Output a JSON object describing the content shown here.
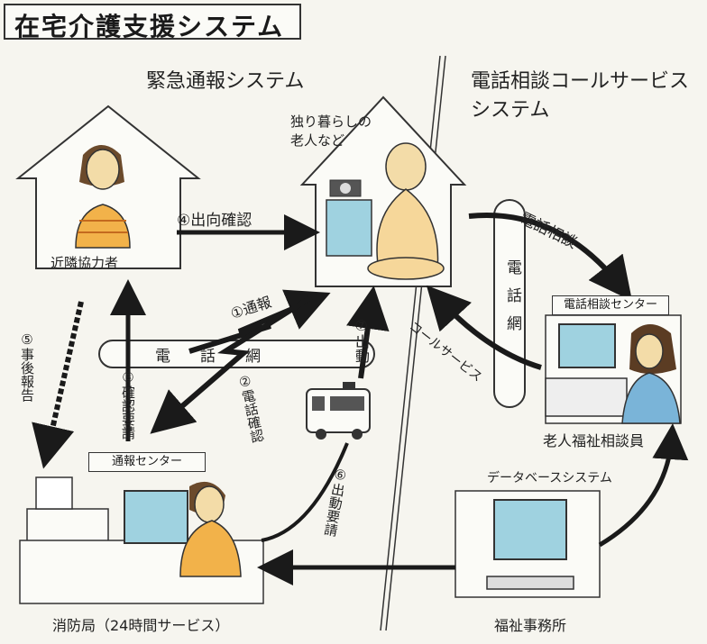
{
  "title": "在宅介護支援システム",
  "sections": {
    "left": "緊急通報システム",
    "right_line1": "電話相談コールサービス",
    "right_line2": "システム"
  },
  "nodes": {
    "elderly_line1": "独り暮らしの",
    "elderly_line2": "老人など",
    "neighbor": "近隣協力者",
    "report_center": "通報センター",
    "fire_station": "消防局（24時間サービス）",
    "consult_center": "電話相談センター",
    "counselor": "老人福祉相談員",
    "database": "データベースシステム",
    "welfare_office": "福祉事務所"
  },
  "networks": {
    "phone_net_h": "電　話　網",
    "phone_net_v": "電話網"
  },
  "flows": {
    "f1": "①通報",
    "f2": "②電話確認",
    "f3": "③確認要請",
    "f4": "④出向確認",
    "f5": "⑤事後報告",
    "f6": "⑥出動要請",
    "f7": "⑦出動",
    "phone_consult": "電話相談",
    "call_service": "コールサービス"
  },
  "colors": {
    "ink": "#1a1a1a",
    "paper": "#f6f5ef",
    "skin": "#f3dca8",
    "shirt_orange": "#f2b24a",
    "screen_blue": "#9fd2e0",
    "robe": "#f6d79a"
  }
}
